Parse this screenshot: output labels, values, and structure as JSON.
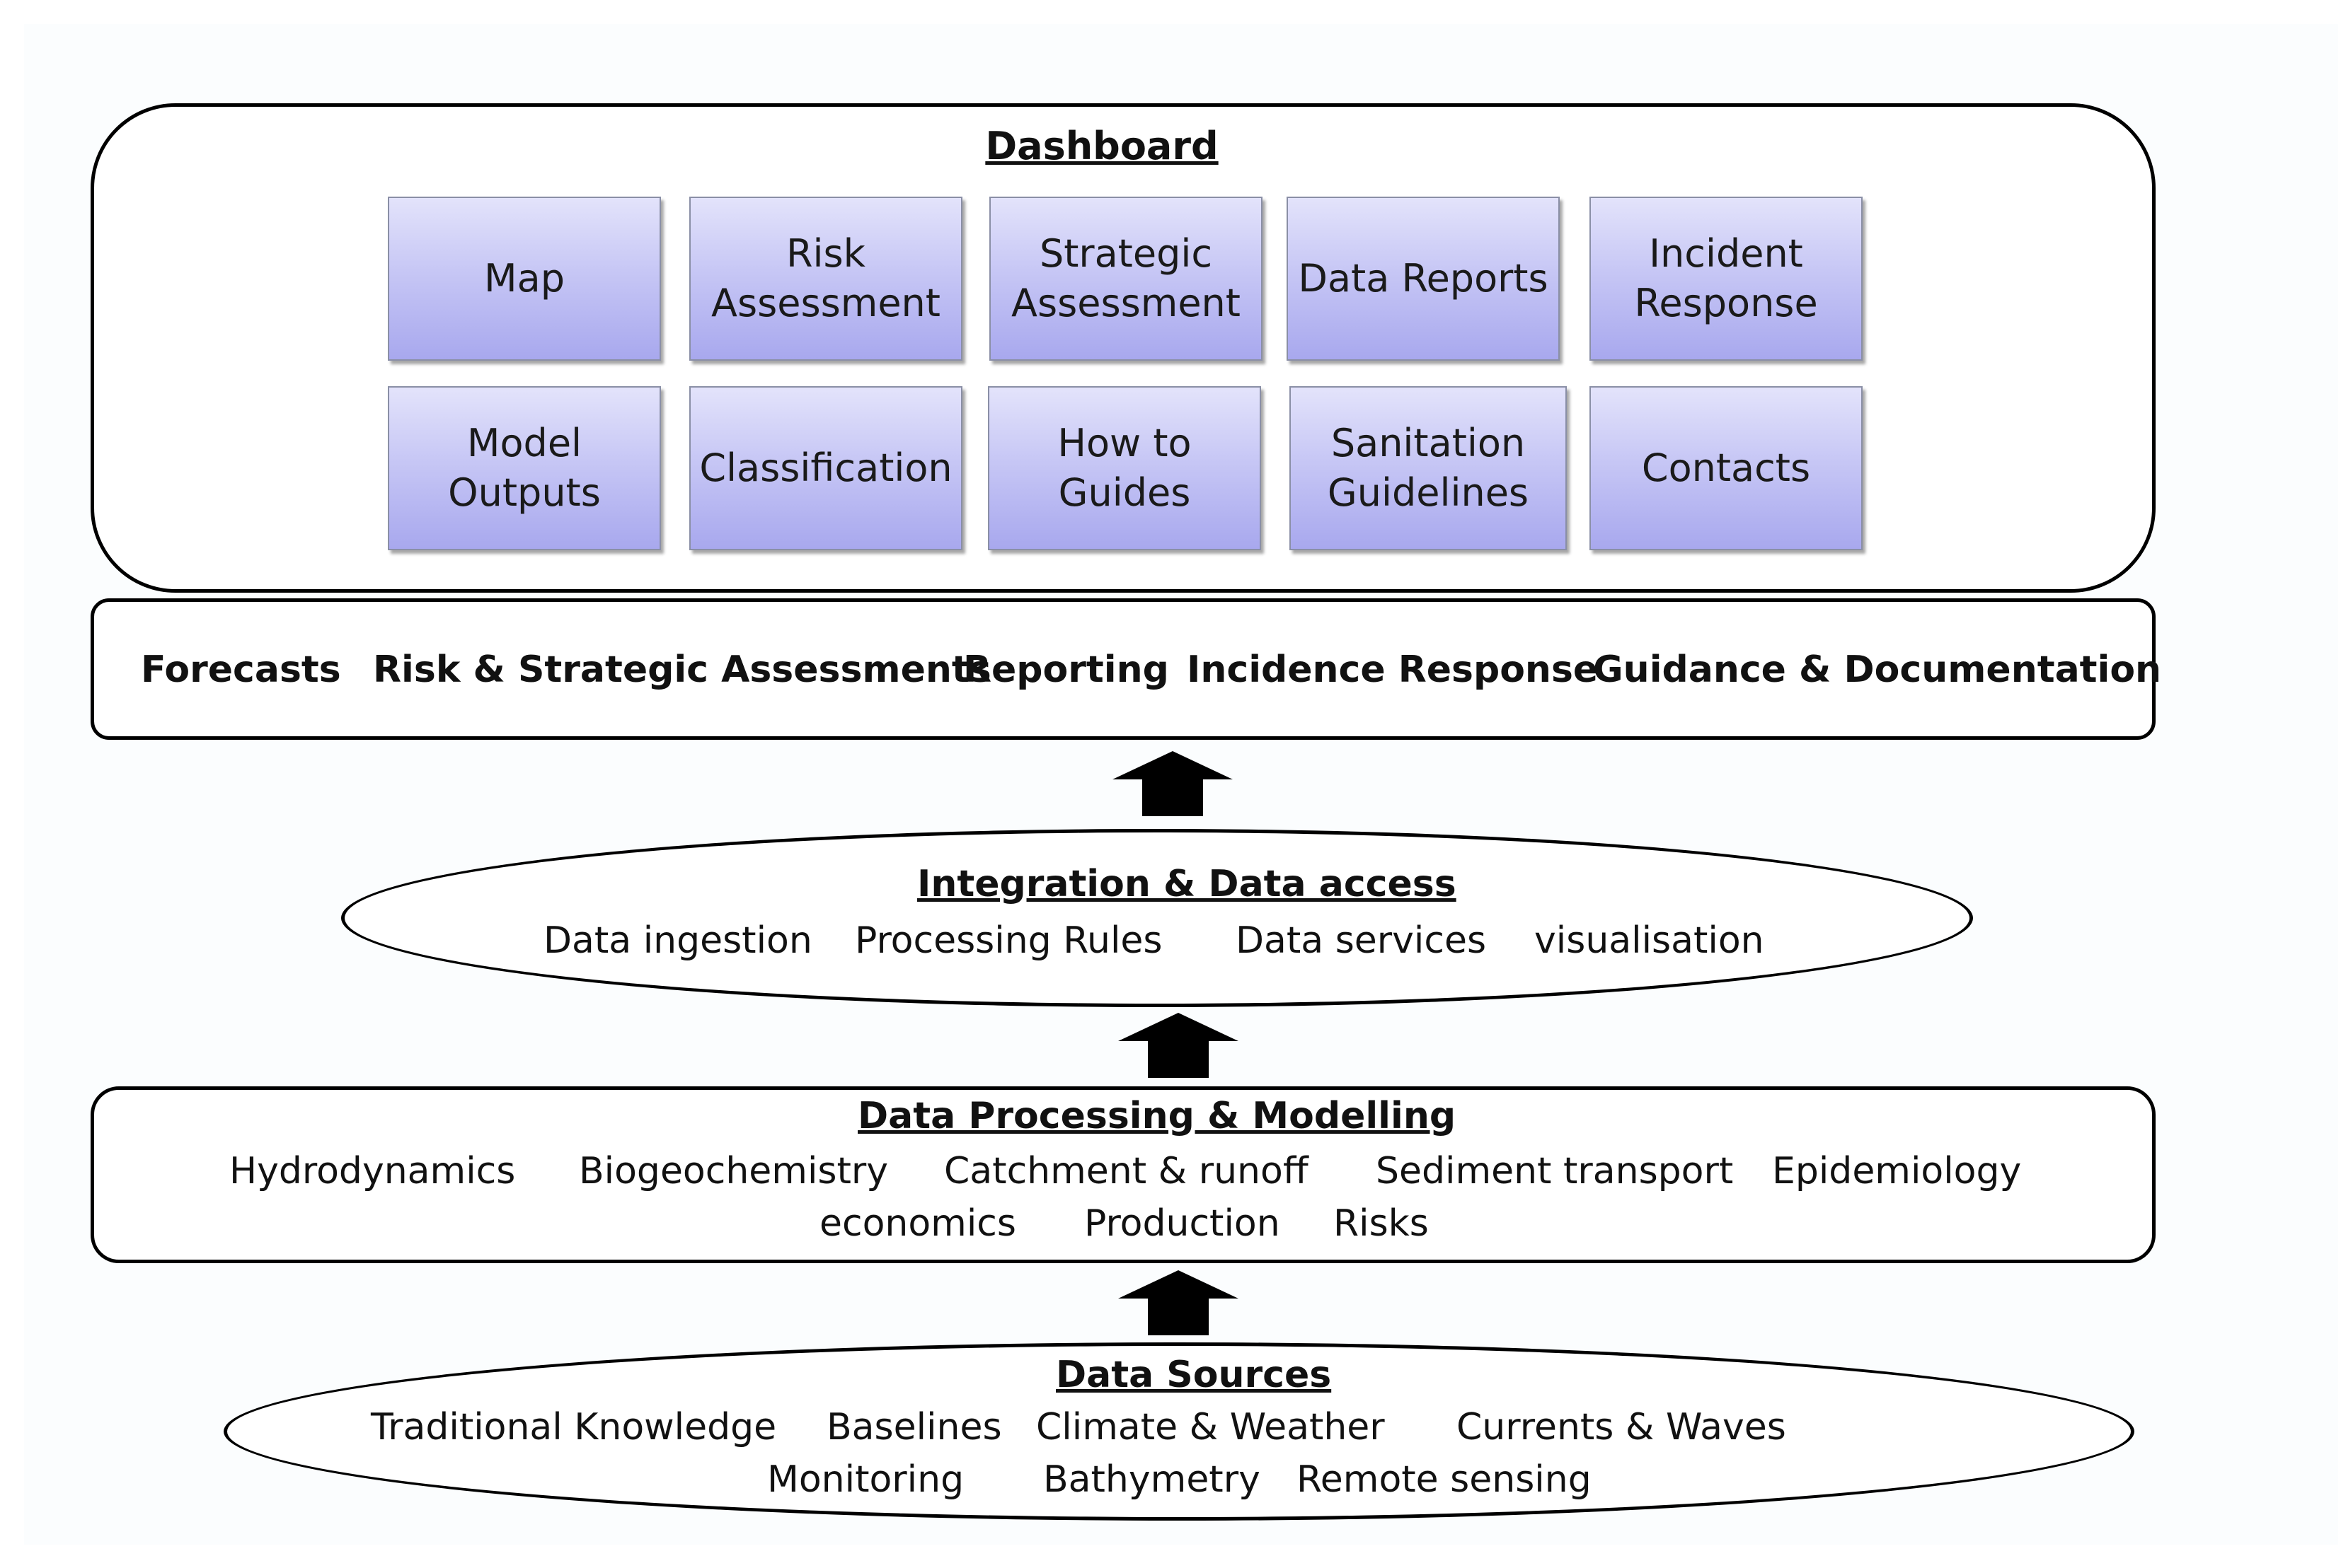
{
  "dashboard": {
    "title": "Dashboard",
    "tiles_row1": [
      "Map",
      "Risk\nAssessment",
      "Strategic\nAssessment",
      "Data Reports",
      "Incident\nResponse"
    ],
    "tiles_row2": [
      "Model\nOutputs",
      "Classification",
      "How to\nGuides",
      "Sanitation\nGuidelines",
      "Contacts"
    ]
  },
  "services": {
    "items": [
      "Forecasts",
      "Risk & Strategic Assessments",
      "Reporting",
      "Incidence Response",
      "Guidance & Documentation"
    ]
  },
  "integration": {
    "title": "Integration & Data access",
    "items": [
      "Data ingestion",
      "Processing Rules",
      "Data services",
      "visualisation"
    ]
  },
  "processing": {
    "title": "Data Processing & Modelling",
    "row1": [
      "Hydrodynamics",
      "Biogeochemistry",
      "Catchment & runoff",
      "Sediment transport",
      "Epidemiology"
    ],
    "row2": [
      "economics",
      "Production",
      "Risks"
    ]
  },
  "sources": {
    "title": "Data Sources",
    "row1": [
      "Traditional Knowledge",
      "Baselines",
      "Climate & Weather",
      "Currents & Waves"
    ],
    "row2": [
      "Monitoring",
      "Bathymetry",
      "Remote sensing"
    ]
  },
  "colors": {
    "tile_top": "#e3e3fb",
    "tile_bottom": "#a8a8ee",
    "outline": "#000000"
  }
}
